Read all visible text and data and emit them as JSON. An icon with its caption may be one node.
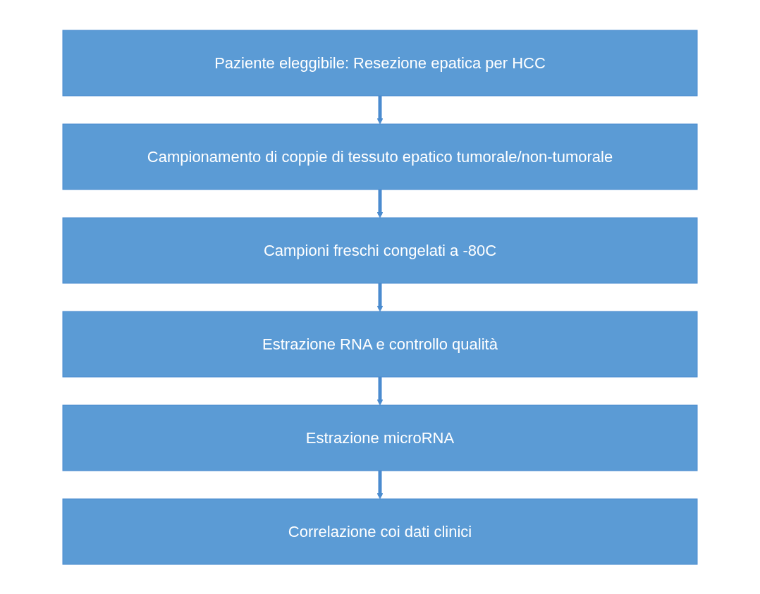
{
  "diagram": {
    "nodes": [
      {
        "text": [
          "Paziente eleggibile: Resezione epatica per HCC"
        ]
      },
      {
        "text": [
          "Campionamento di coppie di tessuto epatico tumorale/non-tumorale"
        ]
      },
      {
        "text": [
          "Campioni freschi congelati a -80C"
        ]
      },
      {
        "text": [
          "Estrazione RNA e controllo qualità"
        ]
      },
      {
        "text": [
          "Estrazione microRNA"
        ]
      },
      {
        "text": [
          "Correlazione coi dati clinici"
        ]
      }
    ],
    "edges": [
      {
        "from": 0,
        "to": 1,
        "arrow": "to"
      },
      {
        "from": 1,
        "to": 2,
        "arrow": "to"
      },
      {
        "from": 2,
        "to": 3,
        "arrow": "to"
      },
      {
        "from": 3,
        "to": 4,
        "arrow": "to"
      },
      {
        "from": 4,
        "to": 5,
        "arrow": "to"
      }
    ]
  }
}
